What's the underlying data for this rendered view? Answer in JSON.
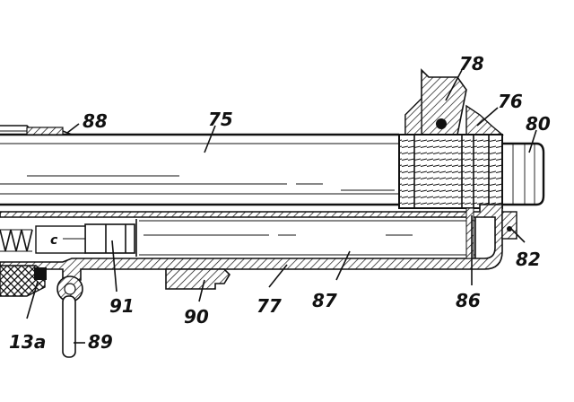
{
  "labels": {
    "l78": "78",
    "l88": "88",
    "l75a": "75",
    "l76": "76",
    "l80": "80",
    "l82": "82",
    "l86": "86",
    "l87": "87",
    "l77": "77",
    "l90": "90",
    "l91": "91",
    "l89": "89",
    "l13a": "13a",
    "lc": "c"
  }
}
